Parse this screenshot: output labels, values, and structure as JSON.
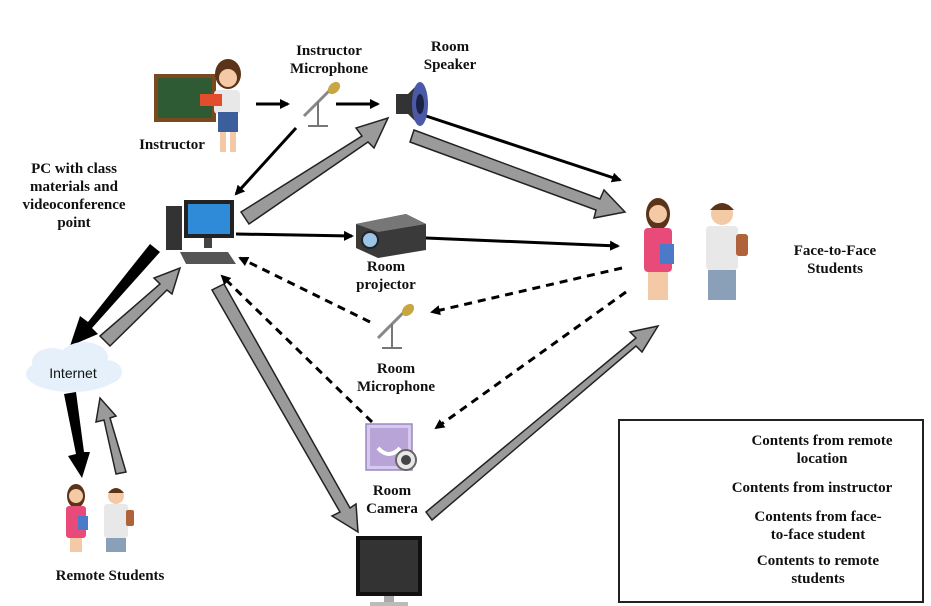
{
  "labels": {
    "instructor": "Instructor",
    "instructor_microphone": "Instructor\nMicrophone",
    "room_speaker": "Room\nSpeaker",
    "pc": "PC with class\nmaterials and\nvideoconference\npoint",
    "room_projector": "Room\nprojector",
    "face_to_face_students": "Face-to-Face\nStudents",
    "room_microphone": "Room\nMicrophone",
    "internet": "Internet",
    "room_camera": "Room\nCamera",
    "remote_students": "Remote Students"
  },
  "legend": {
    "items": [
      {
        "text": "Contents from remote\nlocation",
        "style": "remote"
      },
      {
        "text": "Contents from instructor",
        "style": "instructor"
      },
      {
        "text": "Contents from face-\nto-face student",
        "style": "f2f"
      },
      {
        "text": "Contents to remote\nstudents",
        "style": "to-remote"
      }
    ]
  },
  "colors": {
    "remote_arrow_fill": "#9a9a9a",
    "arrow_outline": "#222222",
    "black": "#000000",
    "board": "#2e5a34",
    "board_frame": "#7a4a1e",
    "cloud": "#e6f0fa",
    "camera": "#b9a4d8"
  },
  "icons": [
    "chalkboard-icon",
    "teacher-icon",
    "microphone-icon",
    "speaker-icon",
    "computer-icon",
    "projector-icon",
    "students-icon",
    "cloud-icon",
    "webcam-icon",
    "monitor-icon"
  ]
}
